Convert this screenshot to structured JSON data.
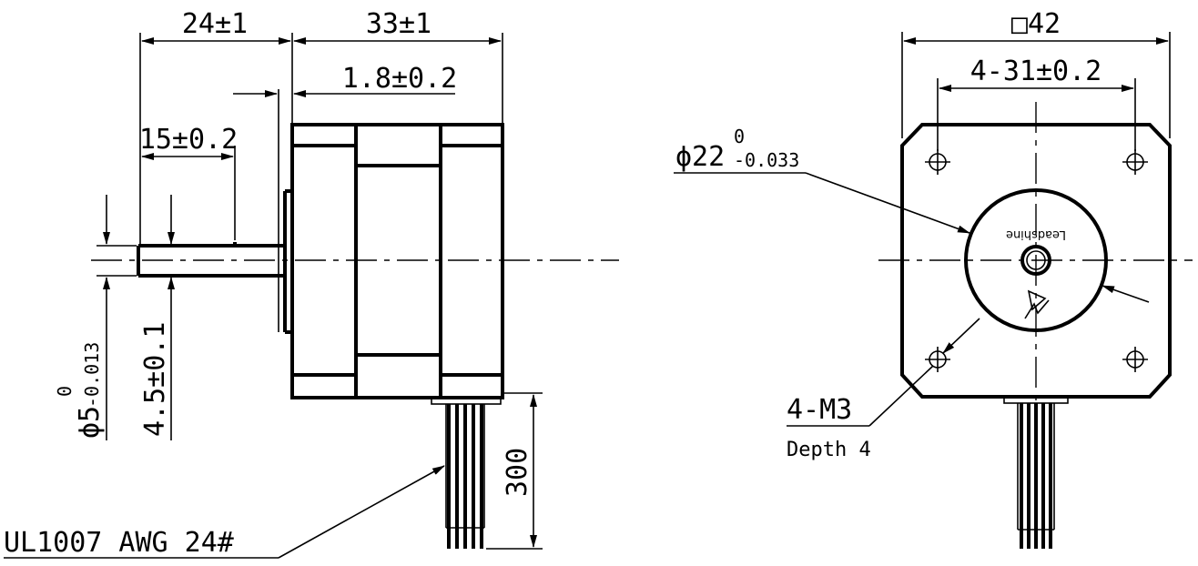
{
  "side_view": {
    "shaft_length": "24±1",
    "body_length": "33±1",
    "flange_thickness": "1.8±0.2",
    "flat_length": "15±0.2",
    "shaft_diameter_base": "ϕ5",
    "shaft_diameter_upper": "0",
    "shaft_diameter_lower": "-0.013",
    "flat_depth": "4.5±0.1",
    "lead_length": "300",
    "wire_spec": "UL1007 AWG 24#"
  },
  "front_view": {
    "frame_size": "□42",
    "hole_spacing": "4-31±0.2",
    "boss_diameter_base": "ϕ22",
    "boss_diameter_upper": "0",
    "boss_diameter_lower": "-0.033",
    "thread_spec": "4-M3",
    "thread_depth": "Depth 4",
    "logo_text": "Leadshine"
  }
}
